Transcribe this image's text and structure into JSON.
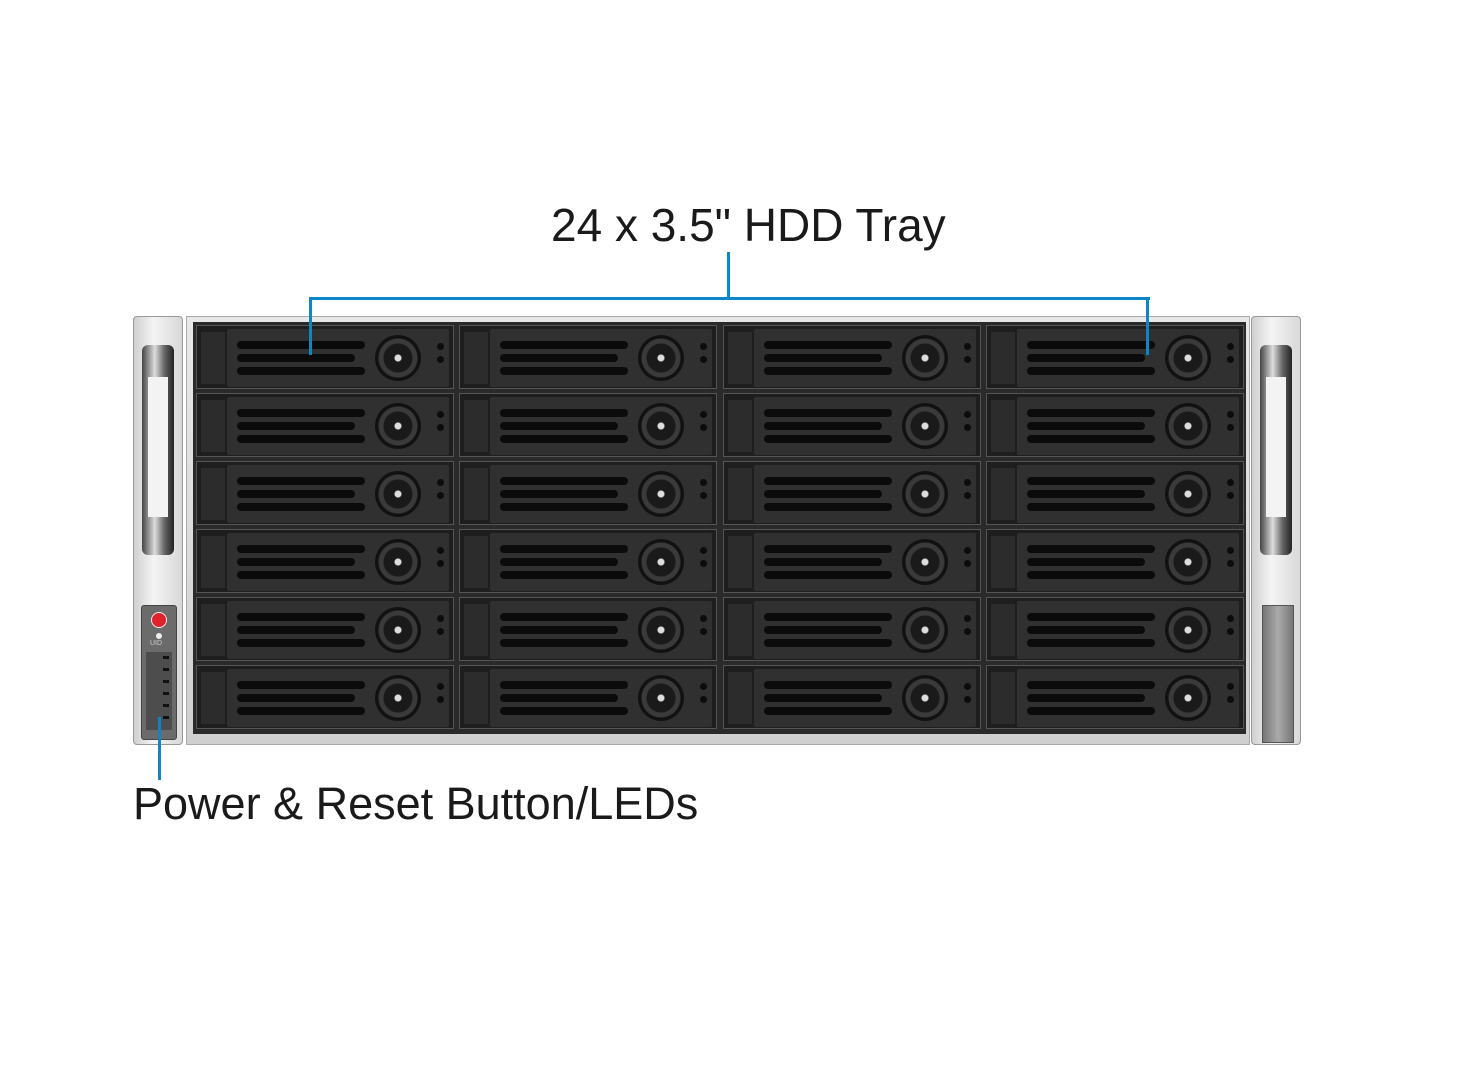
{
  "callouts": {
    "hdd_tray_label": "24 x 3.5\" HDD Tray",
    "front_panel_label": "Power & Reset Button/LEDs"
  },
  "front_panel": {
    "uid_text": "UID",
    "power_button_color": "#e0222b"
  },
  "hdd_trays": {
    "rows": 6,
    "columns": 4,
    "count": 24
  },
  "colors": {
    "callout_line": "#0a86c9"
  }
}
